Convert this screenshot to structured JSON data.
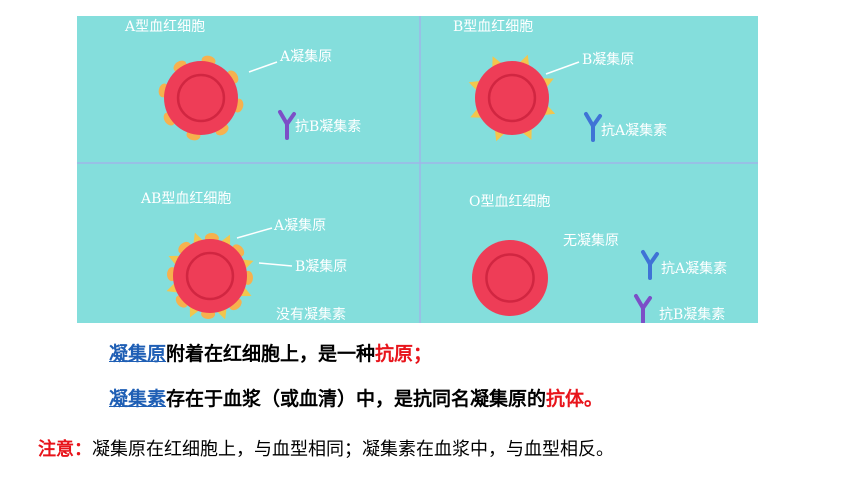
{
  "diagram": {
    "quadrants": {
      "a": {
        "title": "A型血红细胞",
        "antigen": "A凝集原",
        "antibody": "抗B凝集素"
      },
      "b": {
        "title": "B型血红细胞",
        "antigen": "B凝集原",
        "antibody": "抗A凝集素"
      },
      "ab": {
        "title": "AB型血红细胞",
        "antigen1": "A凝集原",
        "antigen2": "B凝集原",
        "antibody": "没有凝集素"
      },
      "o": {
        "title": "O型血红细胞",
        "antigen": "无凝集原",
        "antibody1": "抗A凝集素",
        "antibody2": "抗B凝集素"
      }
    },
    "colors": {
      "background": "#84DEDC",
      "cell": "#EE3D57",
      "cell_dark": "#C9203C",
      "antigen_a": "#F6B14E",
      "antigen_b": "#F2C64E",
      "antibody_a": "#3F73D6",
      "antibody_b": "#7C4FC7"
    }
  },
  "text": {
    "line1": {
      "term": "凝集原",
      "mid": "附着在红细胞上，是一种",
      "highlight": "抗原",
      "end": "；"
    },
    "line2": {
      "term": "凝集素",
      "mid": "存在于血浆（或血清）中，是抗同名凝集原的",
      "highlight": "抗体",
      "end": "。"
    },
    "note": {
      "label": "注意：",
      "body": "凝集原在红细胞上，与血型相同；凝集素在血浆中，与血型相反。"
    }
  }
}
